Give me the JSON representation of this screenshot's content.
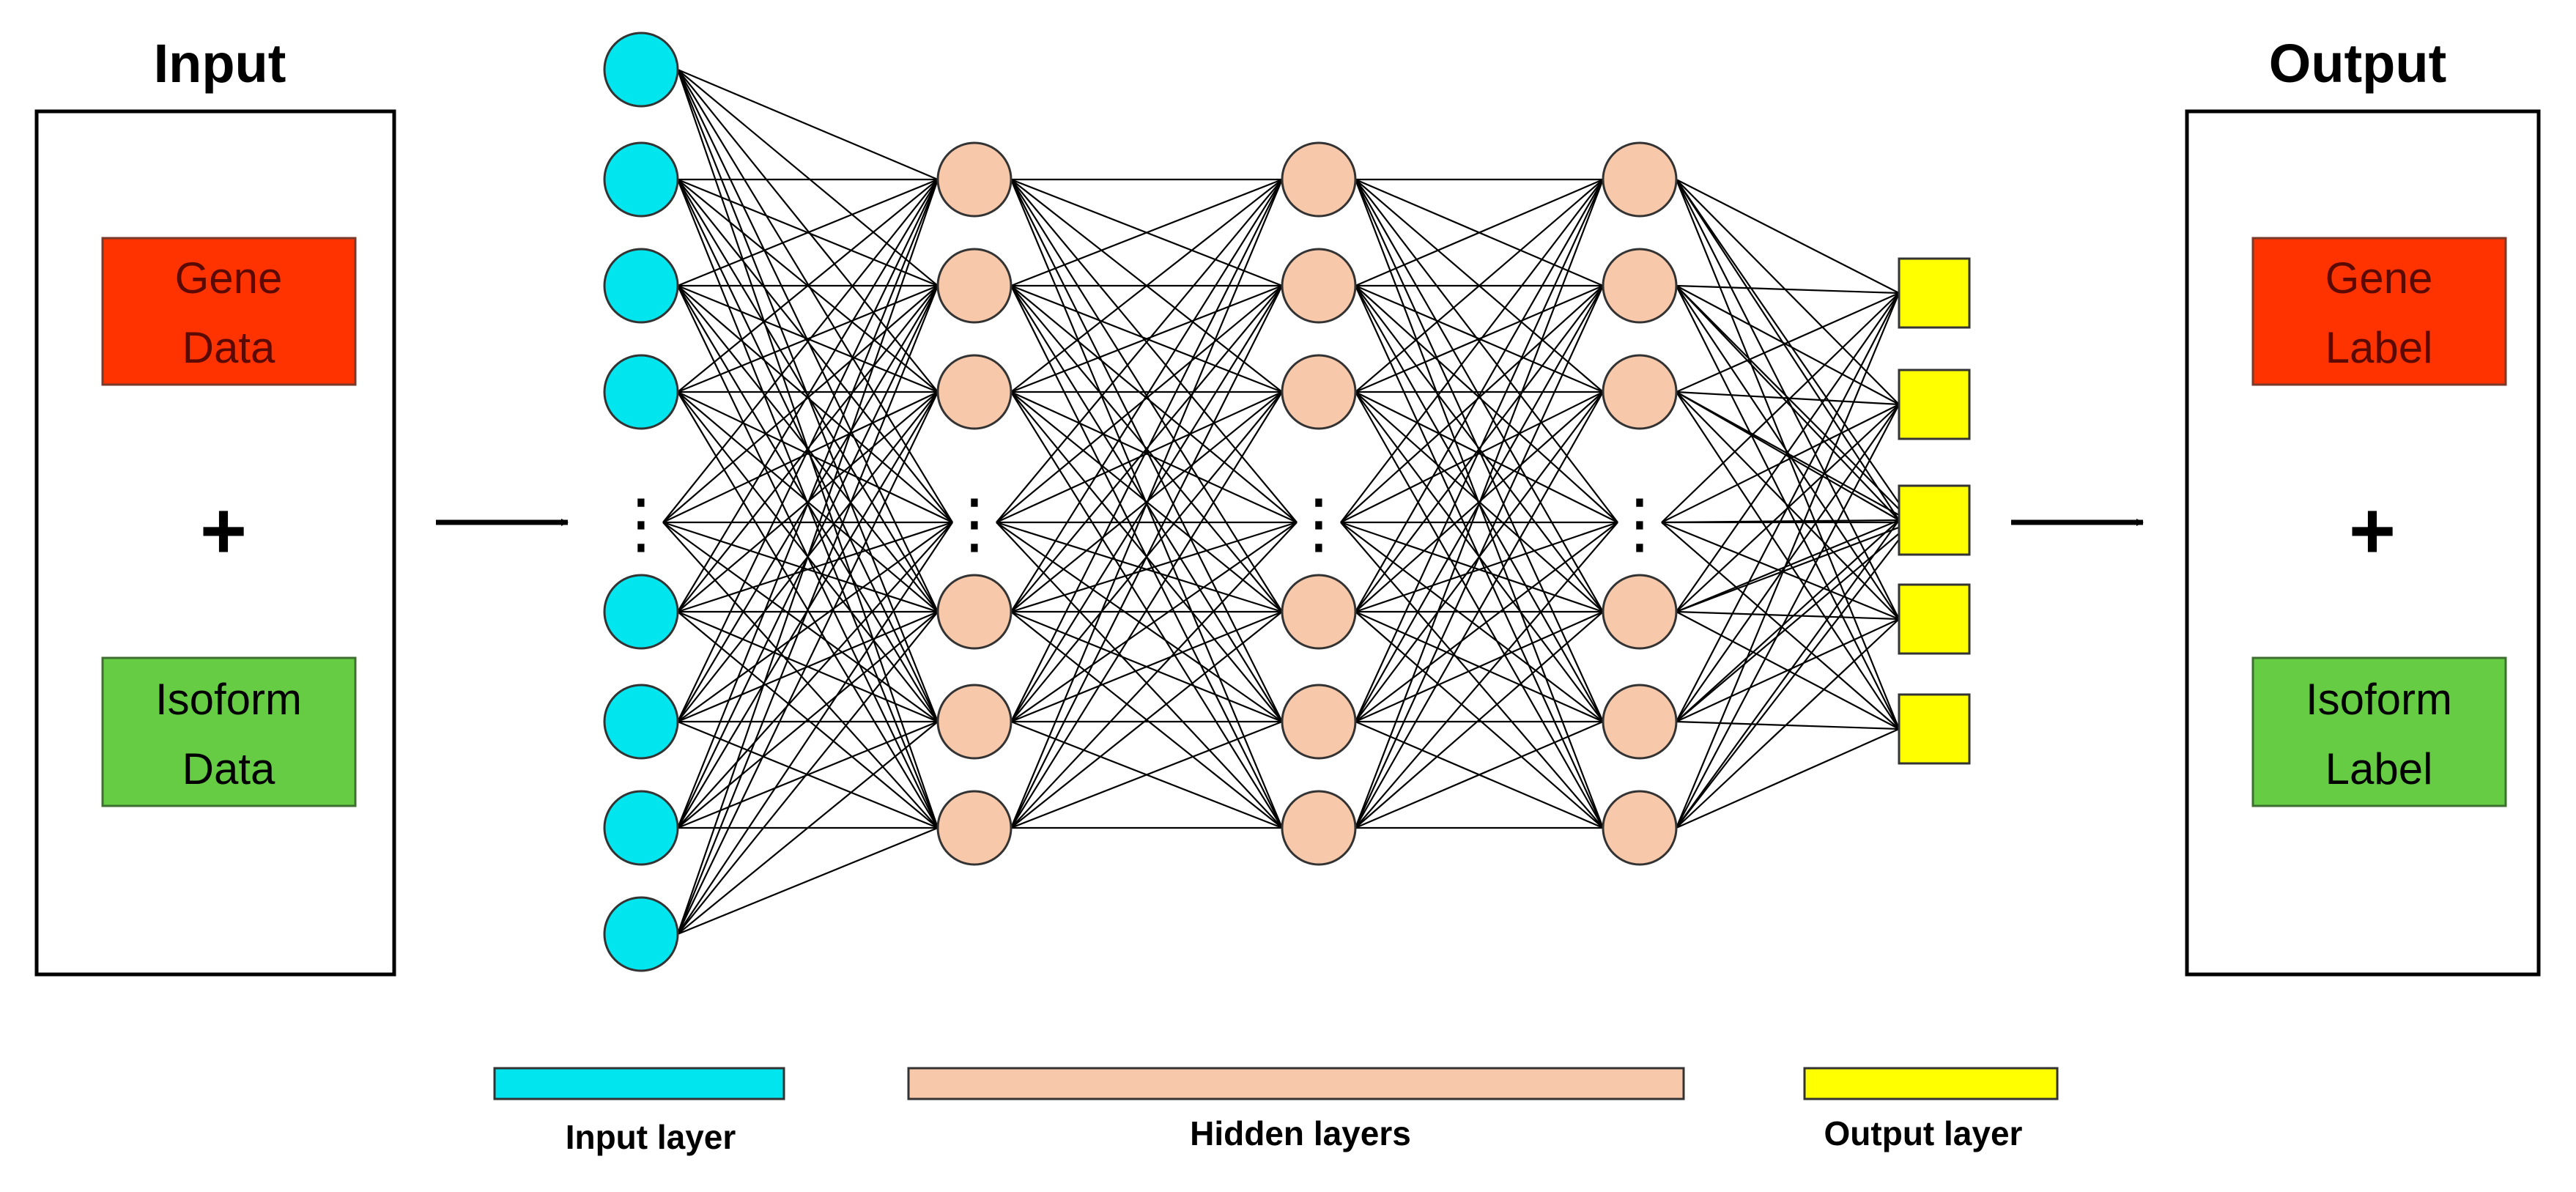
{
  "input_panel": {
    "title": "Input",
    "top_box": {
      "line1": "Gene",
      "line2": "Data"
    },
    "operator": "+",
    "bottom_box": {
      "line1": "Isoform",
      "line2": "Data"
    }
  },
  "output_panel": {
    "title": "Output",
    "top_box": {
      "line1": "Gene",
      "line2": "Label"
    },
    "operator": "+",
    "bottom_box": {
      "line1": "Isoform",
      "line2": "Label"
    }
  },
  "network": {
    "input_nodes_shown": 8,
    "hidden_layers": 3,
    "hidden_nodes_shown": 6,
    "output_nodes_shown": 5,
    "ellipsis": "⋮"
  },
  "legend": {
    "input_layer": "Input layer",
    "hidden_layers": "Hidden layers",
    "output_layer": "Output layer"
  },
  "colors": {
    "gene_box": "#ff3300",
    "isoform_box": "#66cc44",
    "input_node": "#00e5ee",
    "hidden_node": "#f8c8aa",
    "output_node": "#ffff00",
    "edge": "#000000"
  }
}
